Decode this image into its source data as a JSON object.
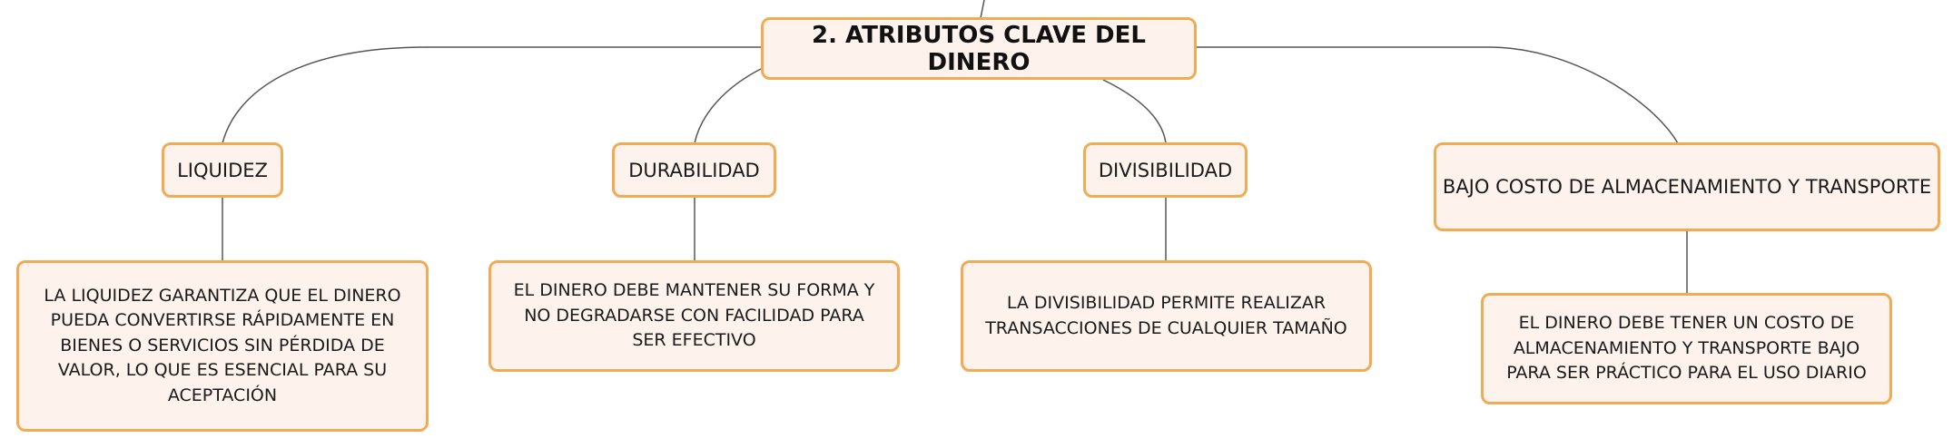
{
  "central": "2. ATRIBUTOS CLAVE DEL DINERO",
  "branches": [
    {
      "topic": "LIQUIDEZ",
      "detail": "LA LIQUIDEZ GARANTIZA QUE EL DINERO PUEDA CONVERTIRSE RÁPIDAMENTE EN BIENES O SERVICIOS SIN PÉRDIDA DE VALOR, LO QUE ES ESENCIAL PARA SU ACEPTACIÓN"
    },
    {
      "topic": "DURABILIDAD",
      "detail": "EL DINERO DEBE MANTENER SU FORMA Y NO DEGRADARSE CON FACILIDAD PARA SER EFECTIVO"
    },
    {
      "topic": "DIVISIBILIDAD",
      "detail": "LA DIVISIBILIDAD PERMITE REALIZAR TRANSACCIONES DE CUALQUIER TAMAÑO"
    },
    {
      "topic": "BAJO COSTO DE ALMACENAMIENTO Y TRANSPORTE",
      "detail": "EL DINERO DEBE TENER UN COSTO DE ALMACENAMIENTO Y TRANSPORTE BAJO PARA SER PRÁCTICO PARA EL USO DIARIO"
    }
  ],
  "colors": {
    "node_border": "#f2ab55",
    "node_fill": "#fdf3ec",
    "connector": "#555555"
  }
}
